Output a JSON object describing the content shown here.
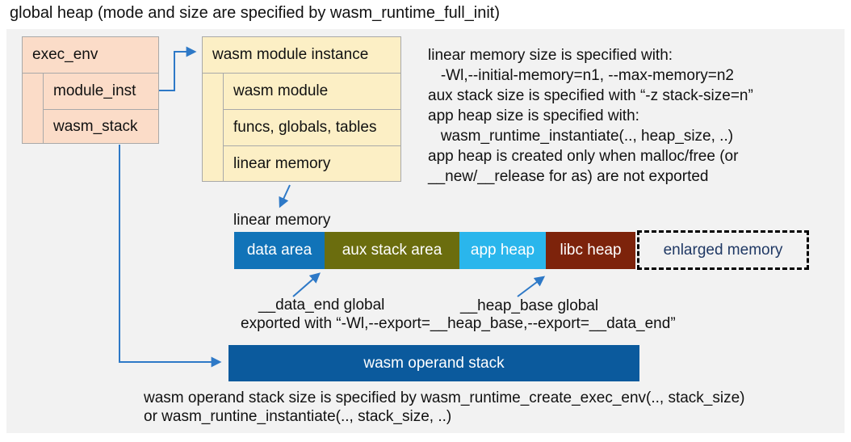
{
  "title": "global heap (mode and size are specified by wasm_runtime_full_init)",
  "colors": {
    "panel_bg": "#f2f2f2",
    "exec_env_fill": "#fbdcc8",
    "module_instance_fill": "#fcefc5",
    "box_border": "#a9a9a9",
    "connector": "#2e79c7",
    "operand_stack_fill": "#0b5a9d",
    "enlarged_memory_text": "#1f3864"
  },
  "exec_env": {
    "title": "exec_env",
    "rows": [
      {
        "label": "module_inst"
      },
      {
        "label": "wasm_stack"
      }
    ]
  },
  "module_instance": {
    "title": "wasm module instance",
    "rows": [
      {
        "label": "wasm module"
      },
      {
        "label": "funcs, globals, tables"
      },
      {
        "label": "linear memory"
      }
    ]
  },
  "notes_right": {
    "lines": [
      "linear memory size is specified with:",
      "   -Wl,--initial-memory=n1, --max-memory=n2",
      "aux stack size is specified with “-z stack-size=n”",
      "app heap size is specified with:",
      "   wasm_runtime_instantiate(.., heap_size, ..)",
      "app heap is created only when malloc/free (or",
      "__new/__release for as) are not exported"
    ]
  },
  "linear_memory": {
    "label": "linear memory",
    "segments": [
      {
        "label": "data area",
        "color": "#1173b8",
        "text_color": "#ffffff"
      },
      {
        "label": "aux stack area",
        "color": "#6b6d0e",
        "text_color": "#ffffff"
      },
      {
        "label": "app heap",
        "color": "#2ab6ec",
        "text_color": "#ffffff"
      },
      {
        "label": "libc heap",
        "color": "#7d230b",
        "text_color": "#ffffff"
      },
      {
        "label": "enlarged memory",
        "color": "transparent",
        "text_color": "#1f3864"
      }
    ]
  },
  "annotations": {
    "data_end_label": "__data_end global",
    "heap_base_label": "__heap_base global",
    "export_line": "exported with “-Wl,--export=__heap_base,--export=__data_end”"
  },
  "operand_stack": {
    "label": "wasm operand stack"
  },
  "footer": {
    "lines": [
      "wasm operand stack size is specified by wasm_runtime_create_exec_env(.., stack_size)",
      "or wasm_runtine_instantiate(.., stack_size, ..)"
    ]
  }
}
